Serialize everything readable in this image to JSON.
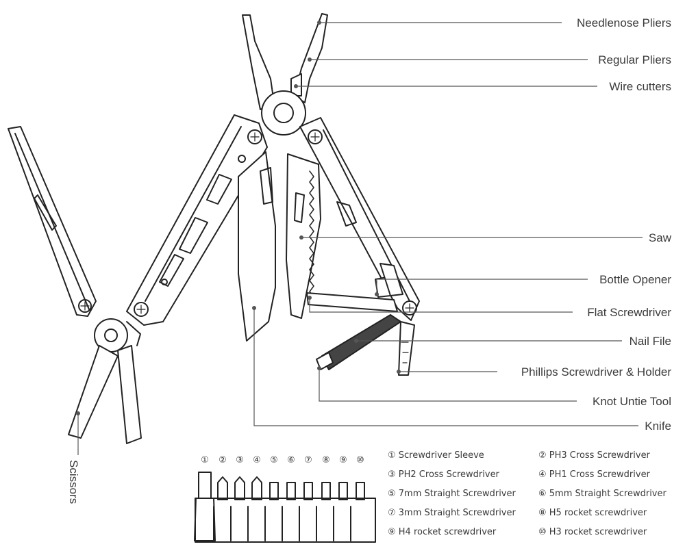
{
  "callouts": {
    "needlenose": "Needlenose Pliers",
    "regular": "Regular Pliers",
    "wire": "Wire cutters",
    "saw": "Saw",
    "bottle": "Bottle Opener",
    "flat": "Flat Screwdriver",
    "nail": "Nail File",
    "phillips": "Phillips Screwdriver & Holder",
    "knot": "Knot Untie Tool",
    "knife": "Knife",
    "scissors": "Scissors"
  },
  "bits": {
    "numbers": [
      "①",
      "②",
      "③",
      "④",
      "⑤",
      "⑥",
      "⑦",
      "⑧",
      "⑨",
      "⑩"
    ]
  },
  "legend": [
    "① Screwdriver Sleeve",
    "② PH3 Cross Screwdriver",
    "③ PH2 Cross Screwdriver",
    "④ PH1 Cross Screwdriver",
    "⑤ 7mm Straight Screwdriver",
    "⑥ 5mm Straight Screwdriver",
    "⑦ 3mm Straight Screwdriver",
    "⑧ H5 rocket screwdriver",
    "⑨ H4 rocket screwdriver",
    "⑩ H3 rocket screwdriver"
  ]
}
